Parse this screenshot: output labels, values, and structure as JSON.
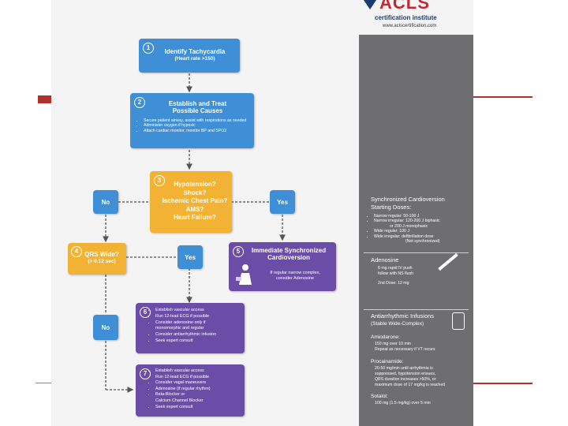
{
  "header": {
    "logo_text": "ACLS",
    "org_name": "certification institute",
    "url": "www.aclscertification.com"
  },
  "steps": {
    "identify": {
      "num": "1",
      "line1": "Identify Tachycardia",
      "line2": "(Heart rate >150)"
    },
    "causes": {
      "num": "2",
      "line1": "Establish and Treat",
      "line2": "Possible Causes",
      "bullets": [
        "Secure patient airway, assist with respirations as needed",
        "Administer oxygen if hypoxic",
        "Attach cardiac monitor, monitor BP and SPO2"
      ]
    },
    "decision": {
      "num": "3",
      "lines": [
        "Hypotension?",
        "Shock?",
        "Ischemic Chest Pain?",
        "AMS?",
        "Heart Failure?"
      ]
    },
    "qrs": {
      "num": "4",
      "line1": "QRS Wide?",
      "line2": "(> 0.12 sec)"
    },
    "cardioversion": {
      "num": "5",
      "line1": "Immediate Synchronized",
      "line2": "Cardioversion",
      "note1": "If regular narrow complex,",
      "note2": "consider Adenosine"
    },
    "wide": {
      "num": "6",
      "bullets": [
        "Establish vascular access",
        "Run 12-lead ECG if possible",
        "Consider adenosine only if",
        "monomorphic and regular",
        "Consider antiarrhythmic infusion",
        "Seek expert consult"
      ]
    },
    "narrow": {
      "num": "7",
      "bullets": [
        "Establish vascular access",
        "Run 12-lead ECG if possible",
        "Consider vagal maneuvers",
        "Adenosine (if regular rhythm)",
        "Beta-Blocker or",
        "Calcium Channel Blocker",
        "Seek expert consult"
      ]
    }
  },
  "labels": {
    "no1": "No",
    "yes1": "Yes",
    "yes2": "Yes",
    "no2": "No"
  },
  "side": {
    "sync_title1": "Synchronized Cardioversion",
    "sync_title2": "Starting Doses:",
    "sync_items": [
      "Narrow regular: 50-100 J",
      "Narrow irregular: 120-200 J biphasic",
      "or 200 J monophasic",
      "Wide regular: 100 J",
      "Wide irregular: defibrillation dose",
      "(Not synchronized)"
    ],
    "adenosine_title": "Adenosine",
    "adenosine_lines": [
      "6 mg rapid IV push",
      "follow with NS flush"
    ],
    "adenosine_second": "2nd Dose: 12 mg",
    "anti_title1": "Antiarrhythmic Infusions",
    "anti_title2": "(Stable Wide-Complex)",
    "amio_title": "Amiodarone:",
    "amio_lines": [
      "150 mg over 10 min",
      "Repeat as necessary if VT recurs"
    ],
    "proc_title": "Procainamide:",
    "proc_lines": [
      "20-50 mg/min until arrhythmia is",
      "suppressed, hypotension ensues,",
      "QRS duration increases >50%, or",
      "maximum dose of 17 mg/kg is reached"
    ],
    "sotalol_title": "Sotalol:",
    "sotalol_lines": [
      "100 mg (1.5 mg/kg) over 5 min"
    ]
  },
  "colors": {
    "blue": "#3f8fd6",
    "gold": "#f2b233",
    "purple": "#6b4da8",
    "panel": "#6e6e70",
    "accent_red": "#c0392b"
  }
}
